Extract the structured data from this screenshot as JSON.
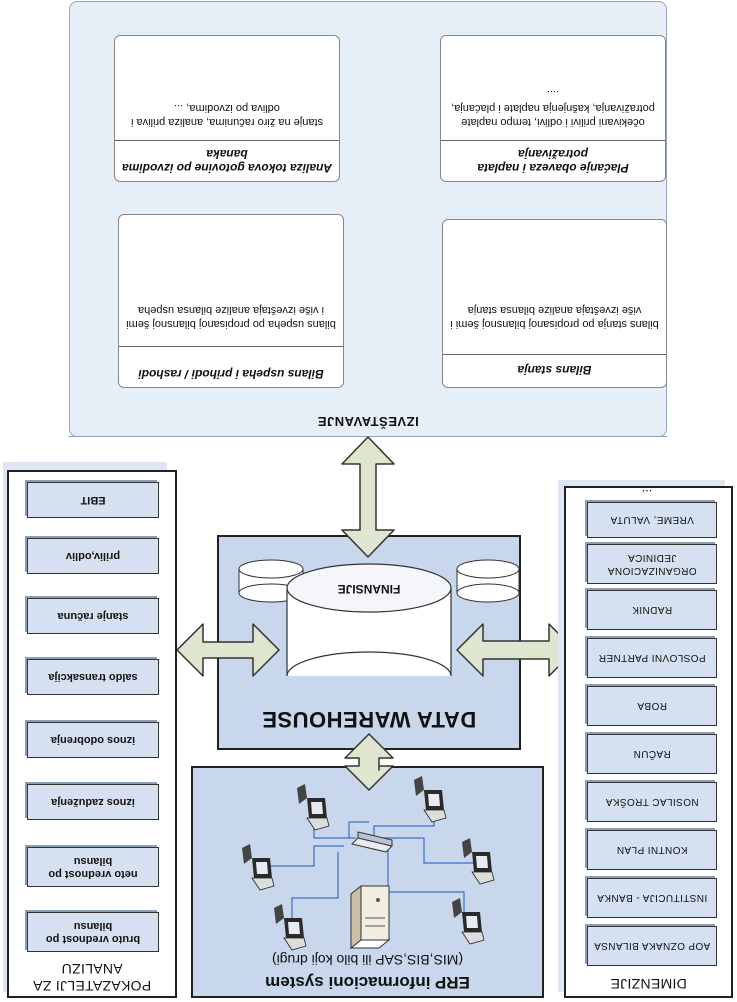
{
  "reporting": {
    "title": "IZVEŠTAVANJE",
    "cards": [
      {
        "title": "Plaćanje obaveza i naplata potraživanja",
        "body": "očekivani prilivi i odlivi, tempo naplate potraživanja, kašnjenja naplate i plaćanja, ...."
      },
      {
        "title": "Analiza tokova gotovine po izvodima banaka",
        "body": "stanje na žiro računima, analiza priliva i odliva po izvodima, ..."
      },
      {
        "title": "Bilans stanja",
        "body": "bilans stanja po propisanoj bilansnoj šemi i više izveštaja analize bilansa stanja"
      },
      {
        "title": "Bilans uspeha i prihodi / rashodi",
        "body": "bilans uspeha po propisanoj bilansnoj šemi i više izveštaja analize bilansa uspeha"
      }
    ]
  },
  "warehouse": {
    "title": "DATA WAREHOUSE",
    "cylinder_label": "FINANSIJE"
  },
  "erp": {
    "title": "ERP informacioni system",
    "subtitle": "(MIS,BIS,SAP ili bilo koji drugi)"
  },
  "dimensions": {
    "title": "DIMENZIJE",
    "items": [
      "AOP OZNAKA BILANSA",
      "INSTITUCIJA - BANKA",
      "KONTNI PLAN",
      "NOSILAC TROŠKA",
      "RAČUN",
      "ROBA",
      "POSLOVNI PARTNER",
      "RADNIK",
      "ORGANIZACIONA JEDINICA",
      "VREME, VALUTA"
    ],
    "more": "..."
  },
  "indicators": {
    "title": "POKAZATELJI ZA ANALIZU",
    "items": [
      "bruto vrednost po bilansu",
      "neto vrednost po bilansu",
      "iznos zaduženja",
      "iznos odobrenja",
      "saldo transakcija",
      "stanje računa",
      "priliv,odliv",
      "EBIT"
    ]
  },
  "colors": {
    "panel_fill": "#c9d7ec",
    "box_fill": "#d5e1f1",
    "arrow_fill": "#dfe6cf",
    "arrow_stroke": "#333333"
  }
}
